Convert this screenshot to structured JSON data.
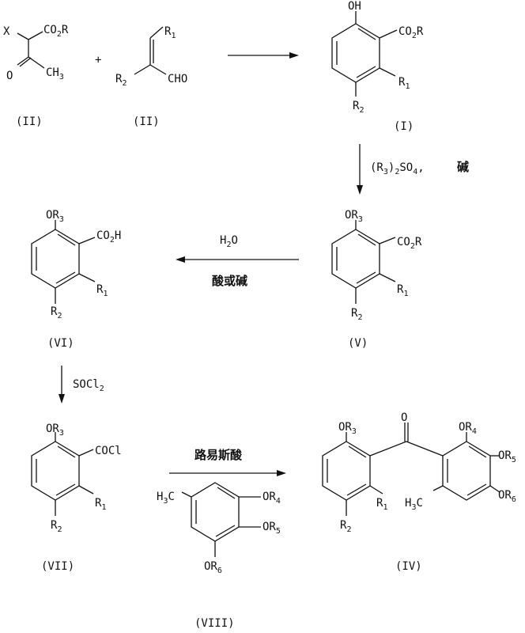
{
  "ids": {
    "ii_a": "(II)",
    "ii_b": "(II)",
    "i": "(I)",
    "v": "(V)",
    "vi": "(VI)",
    "vii": "(VII)",
    "viii": "(VIII)",
    "iv": "(IV)"
  },
  "plus": "+",
  "r1": {
    "x": "X",
    "co2r": "CO",
    "co2r_sub": "2",
    "co2r_tail": "R",
    "o": "O",
    "ch3": "CH",
    "ch3_sub": "3"
  },
  "r2": {
    "r1": "R",
    "r1_sub": "1",
    "r2": "R",
    "r2_sub": "2",
    "cho": "CHO"
  },
  "cmpd_i": {
    "oh": "OH",
    "co2r": "CO",
    "co2r_sub": "2",
    "co2r_tail": "R",
    "r1": "R",
    "r1_sub": "1",
    "r2": "R",
    "r2_sub": "2"
  },
  "step2": {
    "a": "(R",
    "a_sub": "3",
    "b": ")",
    "b_sub": "2",
    "c": "SO",
    "c_sub": "4",
    "d": ",",
    "base": "碱"
  },
  "cmpd_v": {
    "or3": "OR",
    "or3_sub": "3",
    "co2r": "CO",
    "co2r_sub": "2",
    "co2r_tail": "R",
    "r1": "R",
    "r1_sub": "1",
    "r2": "R",
    "r2_sub": "2"
  },
  "step3": {
    "h": "H",
    "h_sub": "2",
    "o": "O",
    "cond": "酸或碱"
  },
  "cmpd_vi": {
    "or3": "OR",
    "or3_sub": "3",
    "co2h": "CO",
    "co2h_sub": "2",
    "co2h_tail": "H",
    "r1": "R",
    "r1_sub": "1",
    "r2": "R",
    "r2_sub": "2"
  },
  "step4": {
    "a": "SOCl",
    "a_sub": "2"
  },
  "cmpd_vii": {
    "or3": "OR",
    "or3_sub": "3",
    "cocl": "COCl",
    "r1": "R",
    "r1_sub": "1",
    "r2": "R",
    "r2_sub": "2"
  },
  "step5": {
    "acid": "路易斯酸"
  },
  "cmpd_viii": {
    "h3c": "H",
    "h3c_sub": "3",
    "h3c_tail": "C",
    "or4": "OR",
    "or4_sub": "4",
    "or5": "OR",
    "or5_sub": "5",
    "or6": "OR",
    "or6_sub": "6"
  },
  "cmpd_iv": {
    "o": "O",
    "or3": "OR",
    "or3_sub": "3",
    "or4": "OR",
    "or4_sub": "4",
    "or5": "OR",
    "or5_sub": "5",
    "or6": "OR",
    "or6_sub": "6",
    "r1": "R",
    "r1_sub": "1",
    "r2": "R",
    "r2_sub": "2",
    "h3c": "H",
    "h3c_sub": "3",
    "h3c_tail": "C"
  }
}
